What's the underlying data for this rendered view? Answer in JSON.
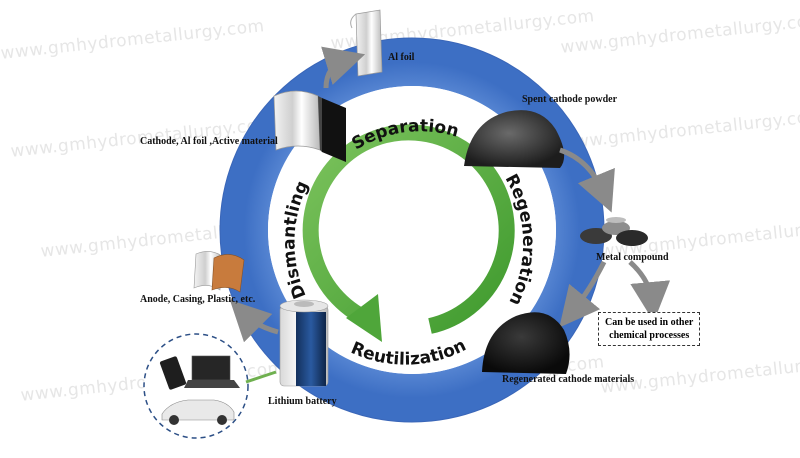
{
  "watermark": "www.gmhydrometallurgy.com",
  "stages": {
    "separation": "Separation",
    "regeneration": "Regeneration",
    "reutilization": "Reutilization",
    "dismantling": "Dismantling"
  },
  "labels": {
    "al_foil": "Al foil",
    "cathode_al_active": "Cathode, Al foil ,Active material",
    "spent_cathode_powder": "Spent cathode powder",
    "metal_compound": "Metal compound",
    "other_processes_line1": "Can be used in other",
    "other_processes_line2": "chemical processes",
    "regenerated_cathode": "Regenerated cathode materials",
    "lithium_battery": "Lithium battery",
    "anode_casing": "Anode, Casing, Plastic, etc."
  },
  "colors": {
    "outer_ring": "#3f73c9",
    "inner_ring": "#5fb043",
    "arrows": "#8a8a8a",
    "text": "#111111"
  }
}
